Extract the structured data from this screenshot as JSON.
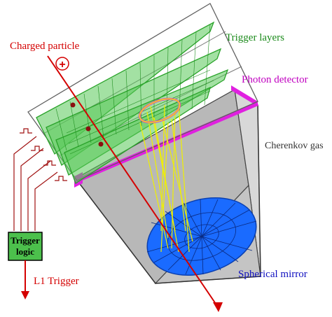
{
  "labels": {
    "charged_particle": "Charged particle",
    "trigger_layers": "Trigger layers",
    "photon_detector": "Photon detector",
    "cherenkov_gas": "Cherenkov gas",
    "spherical_mirror": "Spherical mirror",
    "trigger_logic_line1": "Trigger",
    "trigger_logic_line2": "logic",
    "l1_trigger": "L1 Trigger",
    "particle_charge_symbol": "+"
  },
  "colors": {
    "particle": "#d40000",
    "trigger_layers": "#2aa32a",
    "trigger_label": "#1a8a1a",
    "photon_detector": "#e020e0",
    "photon_label": "#c000c0",
    "gas": "#c8c8c8",
    "mirror": "#1060ff",
    "mirror_label": "#1010c0",
    "cherenkov_light": "#f0f000",
    "trigger_box": "#4cc04c",
    "outline": "#000000",
    "signal_lines": "#a01010",
    "frame": "#606060"
  }
}
